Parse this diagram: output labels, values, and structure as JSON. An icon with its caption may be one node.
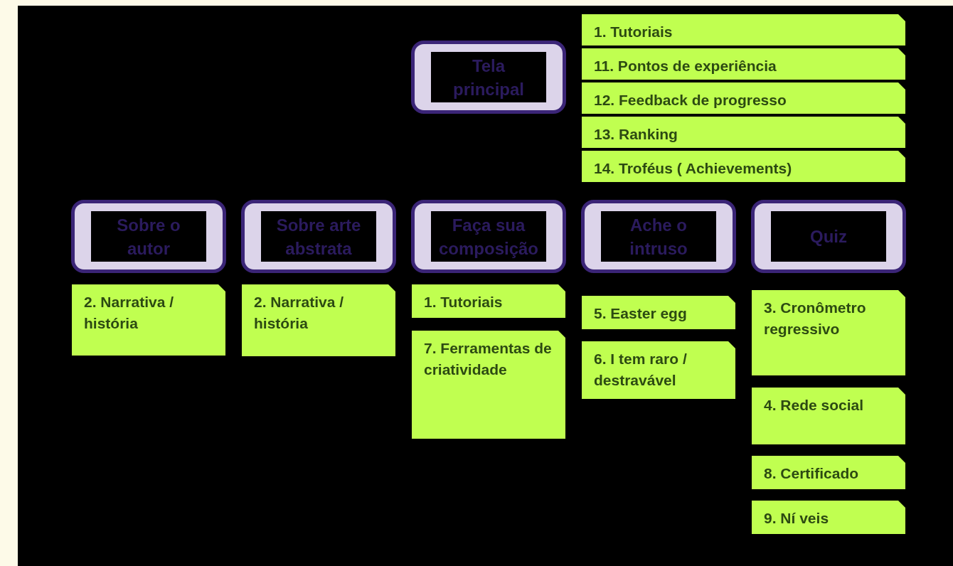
{
  "diagram": {
    "nodes": [
      {
        "text": [
          "Tela principal"
        ]
      },
      {
        "text": [
          "Sobre o autor"
        ]
      },
      {
        "text": [
          "Sobre arte abstrata"
        ]
      },
      {
        "text": [
          "Faça sua composição"
        ]
      },
      {
        "text": [
          "Ache o intruso"
        ]
      },
      {
        "text": [
          "Quiz"
        ]
      },
      {
        "text": [
          "1. Tutoriais"
        ]
      },
      {
        "text": [
          "11. Pontos de experiência"
        ]
      },
      {
        "text": [
          "12. Feedback de progresso"
        ]
      },
      {
        "text": [
          "13. Ranking"
        ]
      },
      {
        "text": [
          "14. Troféus ( Achievements)"
        ]
      },
      {
        "text": [
          "2. Narrativa / história"
        ]
      },
      {
        "text": [
          "2. Narrativa / história"
        ]
      },
      {
        "text": [
          "1. Tutoriais"
        ]
      },
      {
        "text": [
          "7. Ferramentas de criatividade"
        ]
      },
      {
        "text": [
          "5. Easter egg"
        ]
      },
      {
        "text": [
          "6. I tem raro / destravável"
        ]
      },
      {
        "text": [
          "3. Cronômetro regressivo"
        ]
      },
      {
        "text": [
          "4. Rede social"
        ]
      },
      {
        "text": [
          "8. Certificado"
        ]
      },
      {
        "text": [
          "9. Ní veis"
        ]
      }
    ]
  }
}
